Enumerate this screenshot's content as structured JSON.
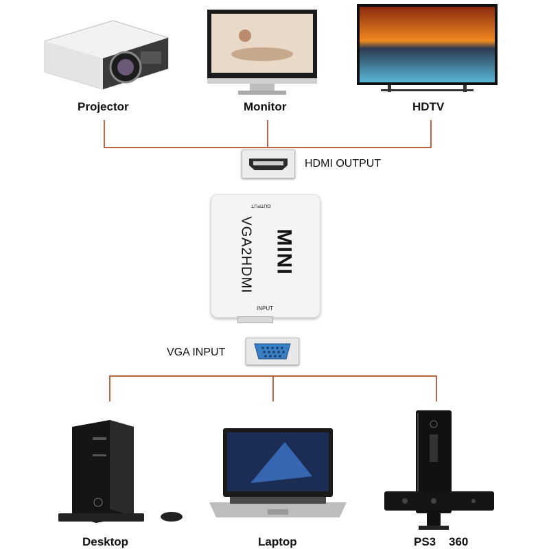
{
  "outputs": {
    "projector": "Projector",
    "monitor": "Monitor",
    "hdtv": "HDTV"
  },
  "hdmi_output_label": "HDMI OUTPUT",
  "adapter": {
    "top_label": "OUTPUT",
    "brand": "MINI",
    "model": "VGA2HDMI",
    "bottom_label": "INPUT"
  },
  "vga_input_label": "VGA INPUT",
  "inputs": {
    "desktop": "Desktop",
    "laptop": "Laptop",
    "console": "PS3    360"
  },
  "colors": {
    "connector_line": "#c0643f",
    "vga_blue": "#3a7fc4"
  }
}
